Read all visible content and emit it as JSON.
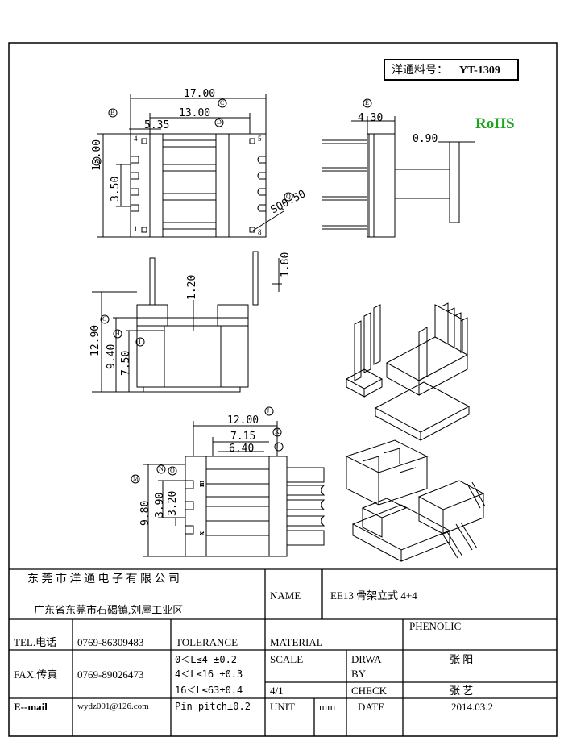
{
  "part_number": {
    "label": "洋通料号：",
    "value": "YT-1309"
  },
  "rohs": "RoHS",
  "view_top": {
    "dims": {
      "overall_width": "17.00",
      "inner_width": "13.00",
      "offset": "5.35",
      "height": "13.00",
      "pitch": "3.50",
      "pin_sq": "SQ0.50"
    },
    "letters": [
      "B",
      "A",
      "C",
      "D",
      "Q"
    ],
    "pin_marks": [
      "4",
      "5",
      "1",
      "8"
    ]
  },
  "view_side": {
    "dims": {
      "depth": "4.30",
      "thickness": "0.90"
    },
    "letters": [
      "E"
    ]
  },
  "view_front": {
    "dims": {
      "slot": "1.20",
      "pin_tip": "1.80",
      "total_h": "12.90",
      "body_h": "9.40",
      "base_h": "7.50"
    },
    "letters": [
      "G",
      "H",
      "I"
    ]
  },
  "view_bottom": {
    "dims": {
      "width": "12.00",
      "inner1": "7.15",
      "inner2": "6.40",
      "height": "9.80",
      "gap1": "3.90",
      "gap2": "3.20"
    },
    "letters": [
      "J",
      "K",
      "L",
      "M",
      "N",
      "O"
    ],
    "marks": [
      "m",
      "x"
    ]
  },
  "title_block": {
    "company": "东 莞 市 洋 通 电 子 有 限 公 司",
    "address": "广东省东莞市石碣镇,刘屋工业区",
    "name_label": "NAME",
    "name_value": "EE13 骨架立式 4+4",
    "tel_label": "TEL.电话",
    "tel_value": "0769-86309483",
    "fax_label": "FAX.传真",
    "fax_value": "0769-89026473",
    "email_label": "E--mail",
    "email_value": "wydz001@126.com",
    "tolerance_label": "TOLERANCE",
    "tolerances": [
      "0＜L≤4  ±0.2",
      "4＜L≤16 ±0.3",
      "16＜L≤63±0.4",
      "Pin pitch±0.2"
    ],
    "material_label": "MATERIAL",
    "material_value": "PHENOLIC",
    "scale_label": "SCALE",
    "scale_value": "4/1",
    "drawn_label_1": "DRWA",
    "drawn_label_2": "BY",
    "drawn_value": "张 阳",
    "check_label": "CHECK",
    "check_value": "张 艺",
    "unit_label": "UNIT",
    "unit_value": "mm",
    "date_label": "DATE",
    "date_value": "2014.03.2"
  }
}
